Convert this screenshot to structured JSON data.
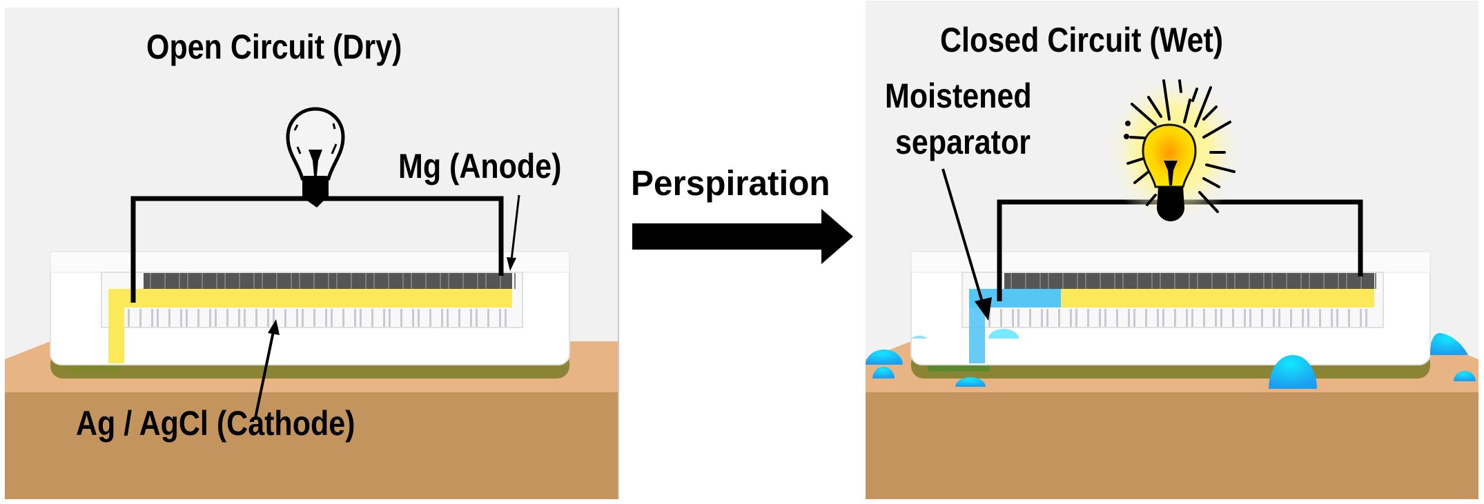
{
  "figure": {
    "left_panel": {
      "title": "Open Circuit (Dry)",
      "bulb_state": "off",
      "labels": {
        "anode": "Mg (Anode)",
        "cathode": "Ag / AgCl (Cathode)"
      }
    },
    "transition": {
      "label": "Perspiration",
      "arrow_icon": "right-arrow-icon"
    },
    "right_panel": {
      "title": "Closed Circuit (Wet)",
      "bulb_state": "lit",
      "labels": {
        "separator_line1": "Moistened",
        "separator_line2": "separator"
      }
    }
  },
  "colors": {
    "panel_bg": "#f1f1f1",
    "wire": "#000000",
    "magnesium_anode": "#555555",
    "cathode_yellow": "#fbe95a",
    "wet_separator_blue": "#55c6f5",
    "droplet_blue": "#1bbef0",
    "device_base_olive": "#8a8434",
    "skin_top": "#e8b483",
    "skin_front": "#c4945f",
    "bulb_glow": "#fff36a"
  }
}
